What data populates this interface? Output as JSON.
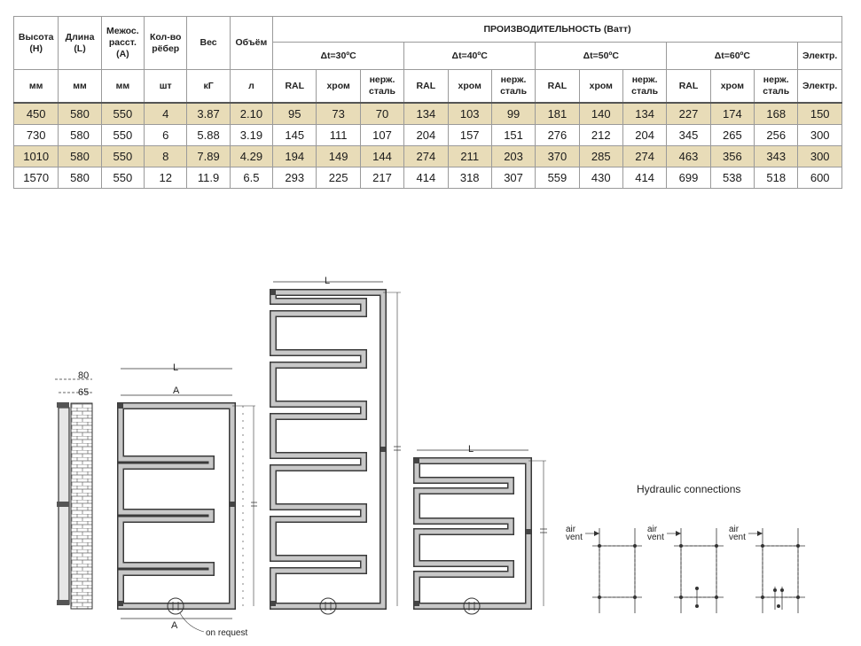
{
  "table": {
    "headers": {
      "height": "Высота (H)",
      "length": "Длина (L)",
      "spacing": "Межос. расст. (A)",
      "ribs": "Кол-во рёбер",
      "weight": "Вес",
      "volume": "Объём",
      "performance": "ПРОИЗВОДИТЕЛЬНОСТЬ (Ватт)",
      "dt30": "Δt=30ºC",
      "dt40": "Δt=40ºC",
      "dt50": "Δt=50ºC",
      "dt60": "Δt=60ºC",
      "electric": "Электр."
    },
    "units": [
      "мм",
      "мм",
      "мм",
      "шт",
      "кГ",
      "л",
      "RAL",
      "хром",
      "нерж. сталь",
      "RAL",
      "хром",
      "нерж. сталь",
      "RAL",
      "хром",
      "нерж. сталь",
      "RAL",
      "хром",
      "нерж. сталь",
      "Электр."
    ],
    "rows": [
      [
        "450",
        "580",
        "550",
        "4",
        "3.87",
        "2.10",
        "95",
        "73",
        "70",
        "134",
        "103",
        "99",
        "181",
        "140",
        "134",
        "227",
        "174",
        "168",
        "150"
      ],
      [
        "730",
        "580",
        "550",
        "6",
        "5.88",
        "3.19",
        "145",
        "111",
        "107",
        "204",
        "157",
        "151",
        "276",
        "212",
        "204",
        "345",
        "265",
        "256",
        "300"
      ],
      [
        "1010",
        "580",
        "550",
        "8",
        "7.89",
        "4.29",
        "194",
        "149",
        "144",
        "274",
        "211",
        "203",
        "370",
        "285",
        "274",
        "463",
        "356",
        "343",
        "300"
      ],
      [
        "1570",
        "580",
        "550",
        "12",
        "11.9",
        "6.5",
        "293",
        "225",
        "217",
        "414",
        "318",
        "307",
        "559",
        "430",
        "414",
        "699",
        "538",
        "518",
        "600"
      ]
    ]
  },
  "drawing": {
    "depth_outer": "80",
    "depth_inner": "65",
    "label_L": "L",
    "label_A": "A",
    "on_request": "on request",
    "hydraulic_title": "Hydraulic connections",
    "air_vent": "air",
    "air_vent2": "vent",
    "radiator_color": "#c8c8c8",
    "outline_color": "#3a3a3a",
    "row_highlight": "#e8dcb8"
  }
}
